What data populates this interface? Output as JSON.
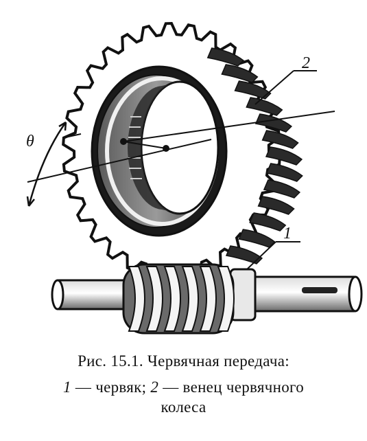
{
  "figure": {
    "label_wheel": "2",
    "label_worm": "1",
    "label_angle": "θ"
  },
  "caption": {
    "line1": "Рис. 15.1. Червячная передача:",
    "line2_num1": "1",
    "line2_text1": " — червяк; ",
    "line2_num2": "2",
    "line2_text2": " — венец червячного",
    "line3": "колеса"
  }
}
